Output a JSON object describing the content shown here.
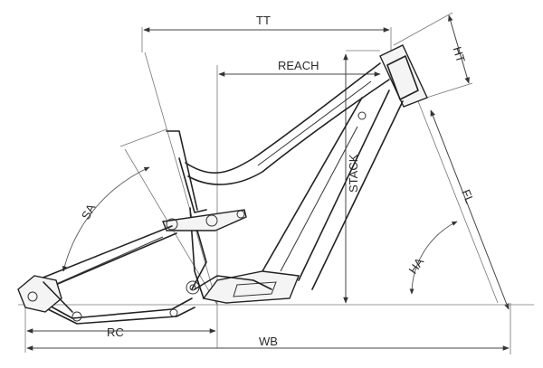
{
  "labels": {
    "tt": "TT",
    "reach": "REACH",
    "ht": "HT",
    "stack": "STACK",
    "sa": "SA",
    "fl": "FL",
    "ha": "HA",
    "rc": "RC",
    "wb": "WB"
  }
}
